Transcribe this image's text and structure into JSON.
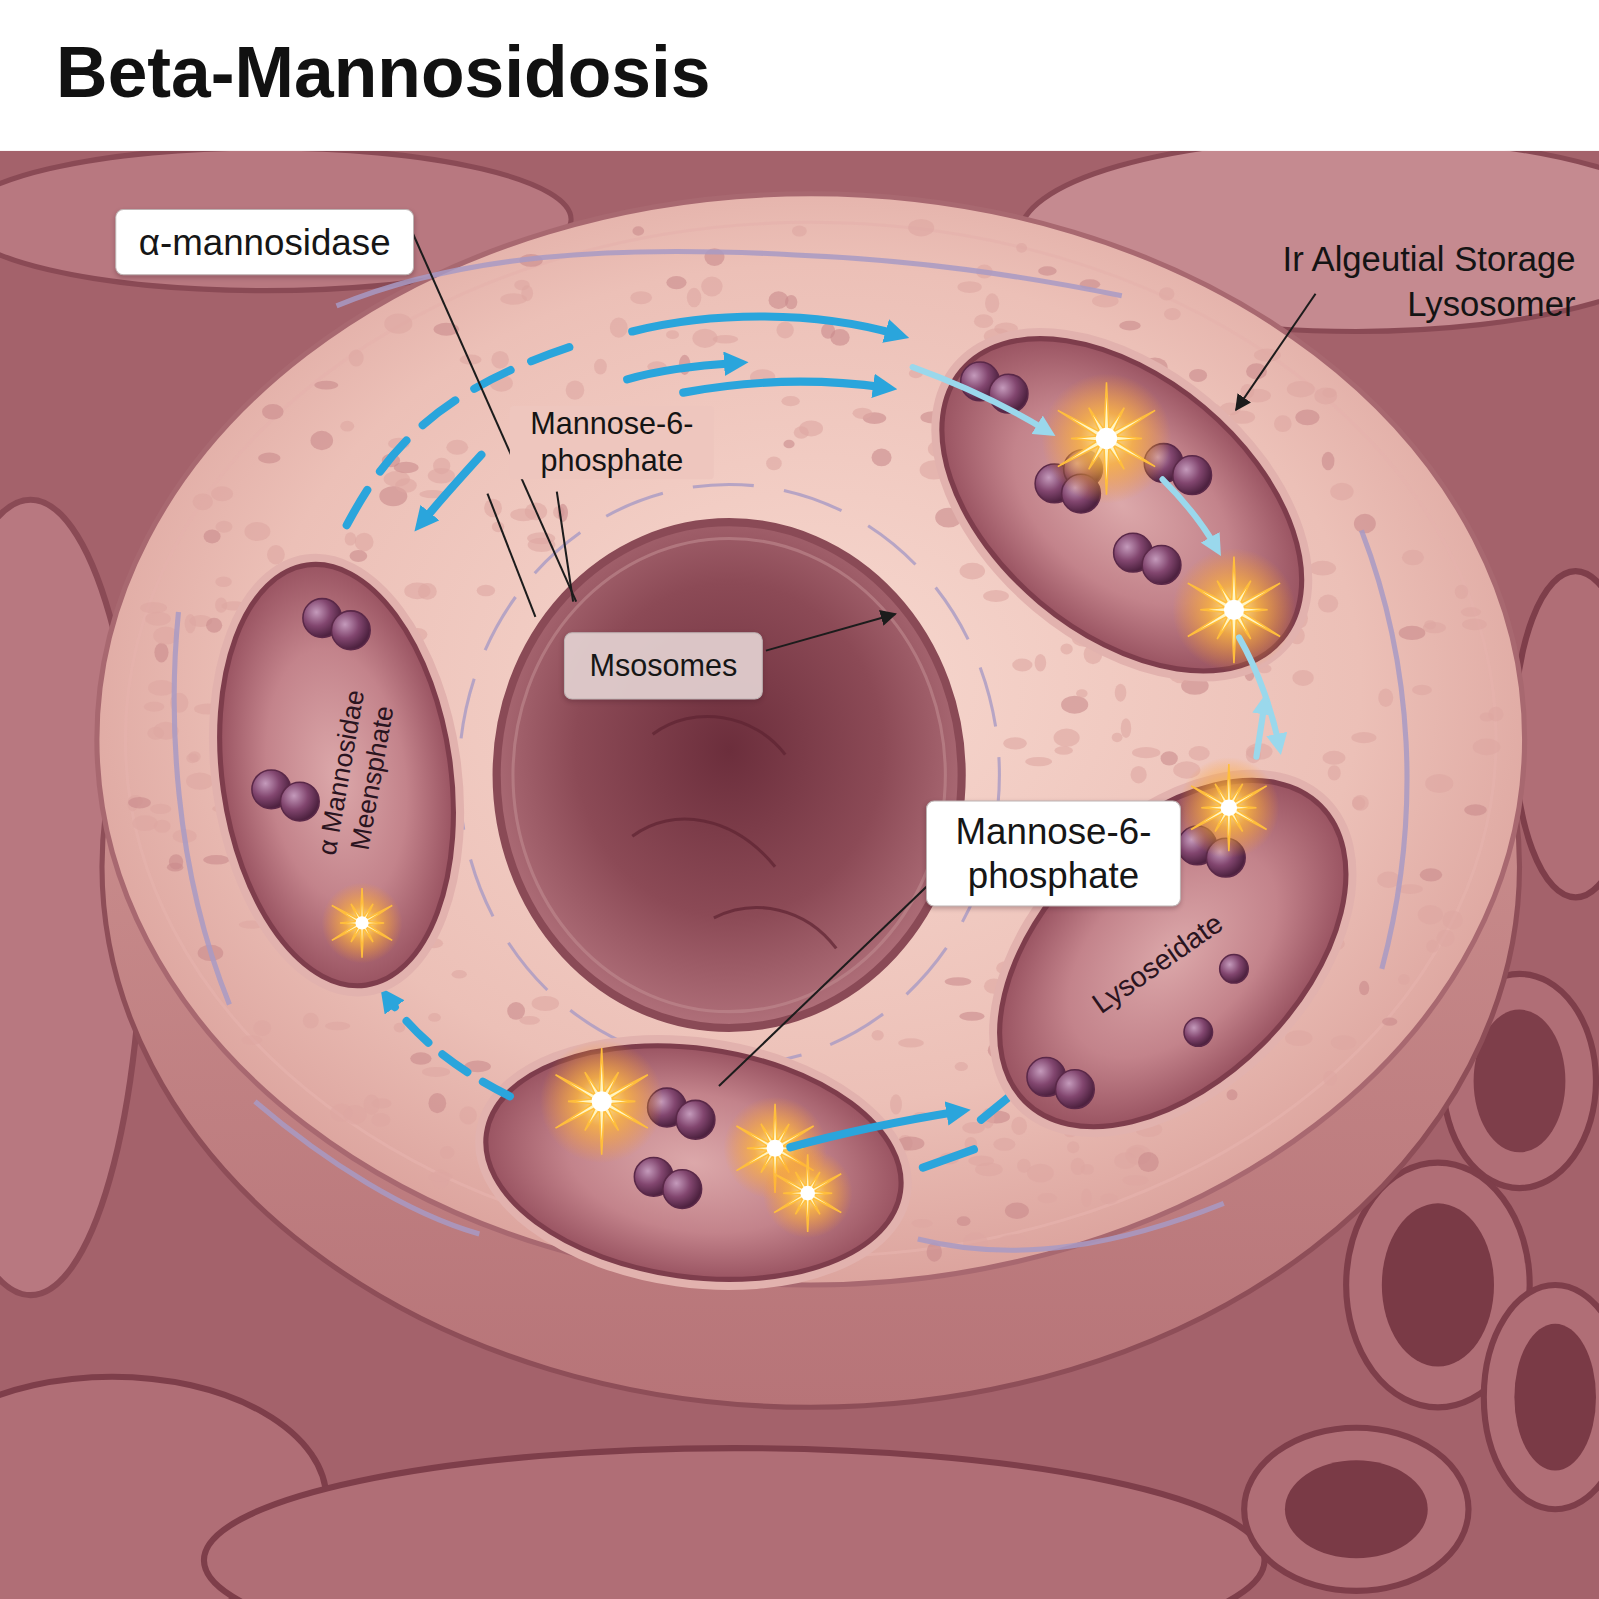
{
  "diagram": {
    "title": "Beta-Mannosidosis",
    "nodes": [
      {
        "text": [
          "α-mannosidase"
        ]
      },
      {
        "text": [
          "α Mannosidae Meensphate"
        ]
      },
      {
        "text": [
          "Msosomes"
        ]
      },
      {
        "text": [
          "Lysoseidate"
        ]
      },
      {
        "text": [
          "Mannose-6-phosphate"
        ]
      }
    ],
    "labels": [
      "Ir Algeutial Storage Lysosomer",
      "Mannose-6-phosphate"
    ]
  }
}
